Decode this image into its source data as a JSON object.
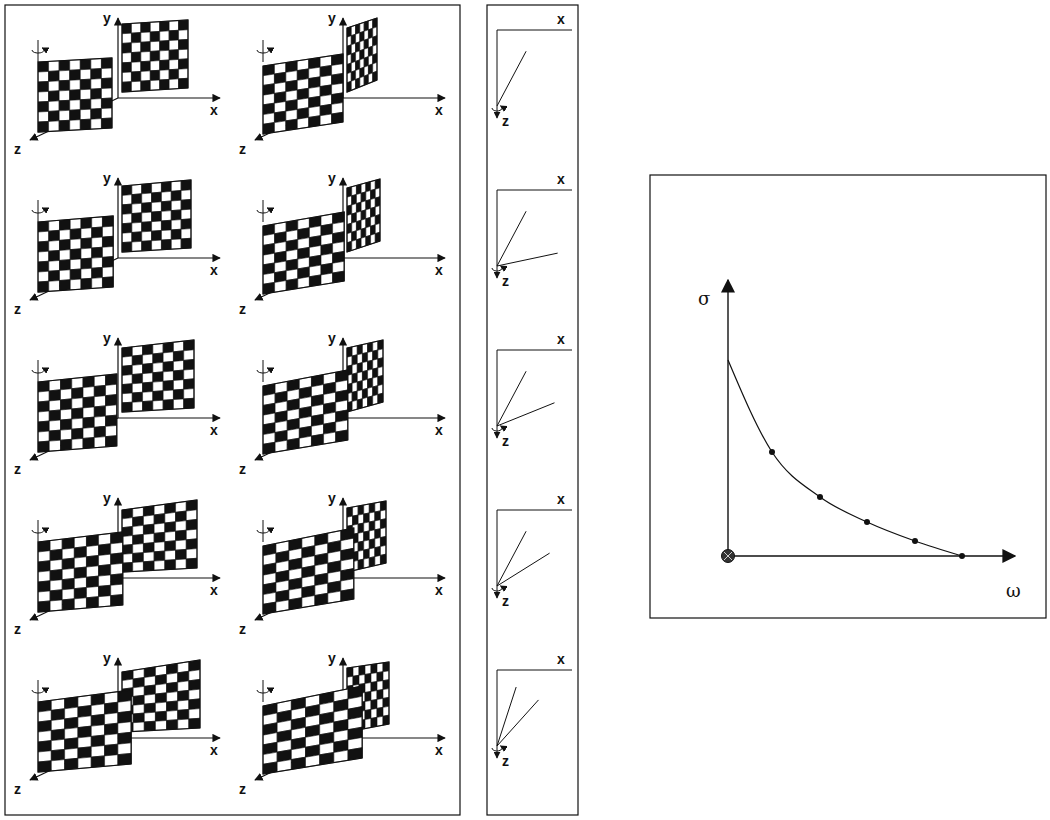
{
  "diagram": {
    "labels": [
      "y",
      "x",
      "z",
      "y",
      "x",
      "z",
      "y",
      "x",
      "z",
      "y",
      "x",
      "z",
      "y",
      "x",
      "z",
      "y",
      "x",
      "z",
      "y",
      "x",
      "z",
      "y",
      "x",
      "z",
      "y",
      "x",
      "z",
      "y",
      "x",
      "z",
      "x",
      "z",
      "x",
      "z",
      "x",
      "z",
      "x",
      "z",
      "x",
      "z",
      "σ",
      "ω"
    ]
  }
}
